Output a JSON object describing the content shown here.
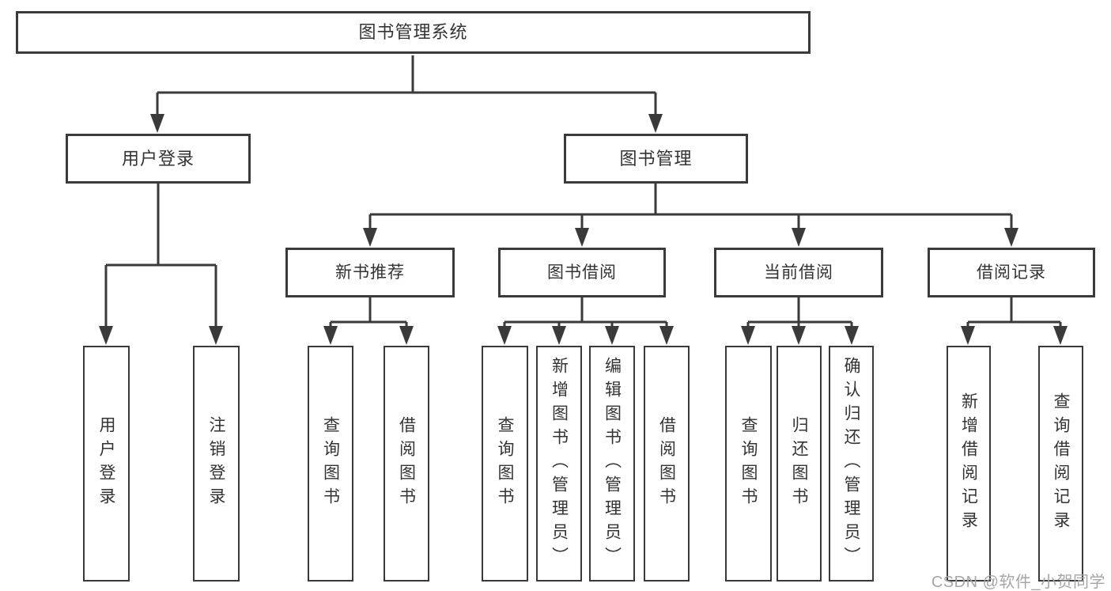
{
  "diagram": {
    "root": {
      "label": "图书管理系统"
    },
    "login": {
      "label": "用户登录",
      "children": [
        {
          "label": "用户登录"
        },
        {
          "label": "注销登录"
        }
      ]
    },
    "management": {
      "label": "图书管理",
      "sections": [
        {
          "label": "新书推荐",
          "children": [
            {
              "label": "查询图书"
            },
            {
              "label": "借阅图书"
            }
          ]
        },
        {
          "label": "图书借阅",
          "children": [
            {
              "label": "查询图书"
            },
            {
              "label": "新增图书（管理员）"
            },
            {
              "label": "编辑图书（管理员）"
            },
            {
              "label": "借阅图书"
            }
          ]
        },
        {
          "label": "当前借阅",
          "children": [
            {
              "label": "查询图书"
            },
            {
              "label": "归还图书"
            },
            {
              "label": "确认归还（管理员）"
            }
          ]
        },
        {
          "label": "借阅记录",
          "children": [
            {
              "label": "新增借阅记录"
            },
            {
              "label": "查询借阅记录"
            }
          ]
        }
      ]
    }
  },
  "watermark": "CSDN @软件_小贺同学",
  "colors": {
    "line": "#3a3a3a",
    "text": "#333333",
    "box_fill": "#ffffff",
    "watermark": "#a6a6a6",
    "background": "#ffffff"
  }
}
